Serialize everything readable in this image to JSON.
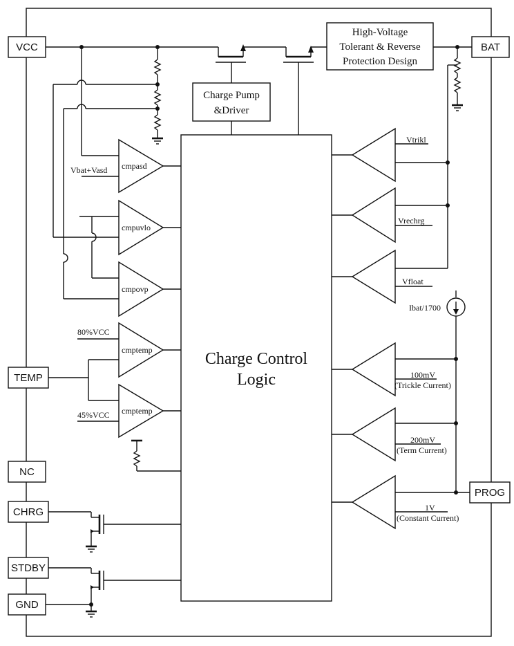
{
  "pins": {
    "vcc": "VCC",
    "bat": "BAT",
    "temp": "TEMP",
    "nc": "NC",
    "chrg": "CHRG",
    "stdby": "STDBY",
    "gnd": "GND",
    "prog": "PROG"
  },
  "blocks": {
    "hv_line1": "High-Voltage",
    "hv_line2": "Tolerant & Reverse",
    "hv_line3": "Protection Design",
    "pump_line1": "Charge Pump",
    "pump_line2": "&Driver",
    "logic_line1": "Charge Control",
    "logic_line2": "Logic"
  },
  "comparators": {
    "cmpasd": "cmpasd",
    "vbat_vasd": "Vbat+Vasd",
    "cmpuvlo": "cmpuvlo",
    "cmpovp": "cmpovp",
    "cmptemp1": "cmptemp",
    "vcc80": "80%VCC",
    "cmptemp2": "cmptemp",
    "vcc45": "45%VCC"
  },
  "amplifiers": {
    "vtrikl": "Vtrikl",
    "vrechrg": "Vrechrg",
    "vfloat": "Vfloat",
    "ibat": "Ibat/1700",
    "mv100": "100mV",
    "trickle": "(Trickle Current)",
    "mv200": "200mV",
    "term": "(Term Current)",
    "v1": "1V",
    "constant": "(Constant Current)"
  }
}
